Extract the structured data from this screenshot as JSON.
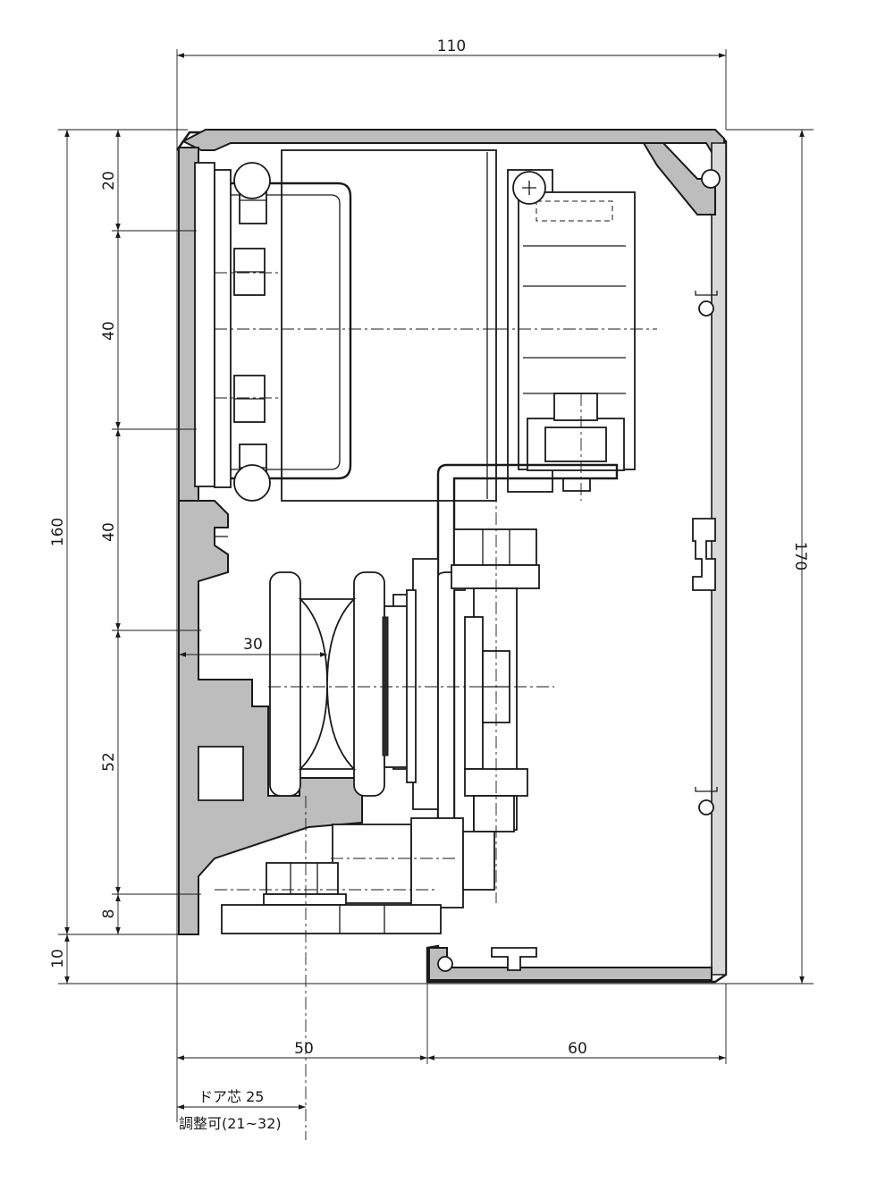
{
  "dimensions": {
    "top_width": "110",
    "right_height": "170",
    "left_total": "160",
    "left_seg_1": "20",
    "left_seg_2": "40",
    "left_seg_3": "40",
    "left_seg_4": "52",
    "left_seg_5": "8",
    "bottom_offset": "10",
    "wheel_offset": "30",
    "bottom_left": "50",
    "bottom_right": "60"
  },
  "notes": {
    "door_center": "ドア芯 25",
    "adjustable": "調整可(21~32)"
  }
}
